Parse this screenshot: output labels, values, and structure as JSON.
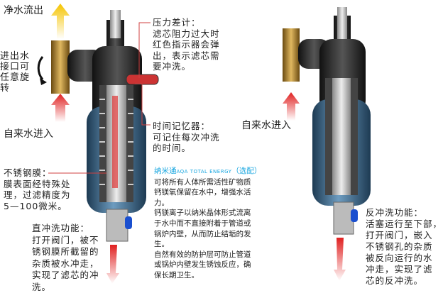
{
  "labels": {
    "clean_water_out": "净水流出",
    "rotate_note": [
      "进出水",
      "接口可",
      "任意旋",
      "转"
    ],
    "tap_water_in_left": "自来水进入",
    "tap_water_in_right": "自来水进入"
  },
  "pressure_gauge": {
    "lines": [
      "压力差计：",
      "滤芯阻力过大时",
      "红色指示器会弹",
      "出，表示滤芯需",
      "要冲洗。"
    ]
  },
  "time_memory": {
    "lines": [
      "时间记忆器：",
      "可记住每次冲洗",
      "的时间。"
    ]
  },
  "stainless_membrane": {
    "lines": [
      "不锈钢膜：",
      "膜表面经特殊处",
      "理，过滤精度为",
      "5—100微米。"
    ]
  },
  "nano": {
    "title": "纳米通",
    "title_en": "AQA TOTAL ENERGY",
    "title_suffix": "（选配）",
    "lines": [
      "可将所有人体所需活性矿物质",
      "钙镁氧保留在水中，增强水活",
      "力。",
      "钙镁离子以纳米晶体形式流离",
      "于水中而不直接附着于管道或",
      "锅炉内壁，从而防止结垢的发",
      "生。",
      "自然有效的防护层可防止管道",
      "或锅炉内壁发生锈蚀反应，确",
      "保长期卫生。"
    ]
  },
  "direct_flush": {
    "lines": [
      "直冲洗功能：",
      "打开阀门，被不",
      "锈钢膜所截留的",
      "杂质被水冲走，",
      "实现了滤芯的冲",
      "洗。"
    ]
  },
  "back_flush": {
    "lines": [
      "反冲洗功能：",
      "活塞运行至下部，",
      "打开阀门，嵌入",
      "不锈钢孔的杂质",
      "被反向运行的水",
      "冲走，实现了滤",
      "芯的反冲洗。"
    ]
  },
  "colors": {
    "accent": "#1aa7e0",
    "arrow_in": "#e02020",
    "arrow_out": "#f5c400",
    "leader": "#d04040"
  }
}
